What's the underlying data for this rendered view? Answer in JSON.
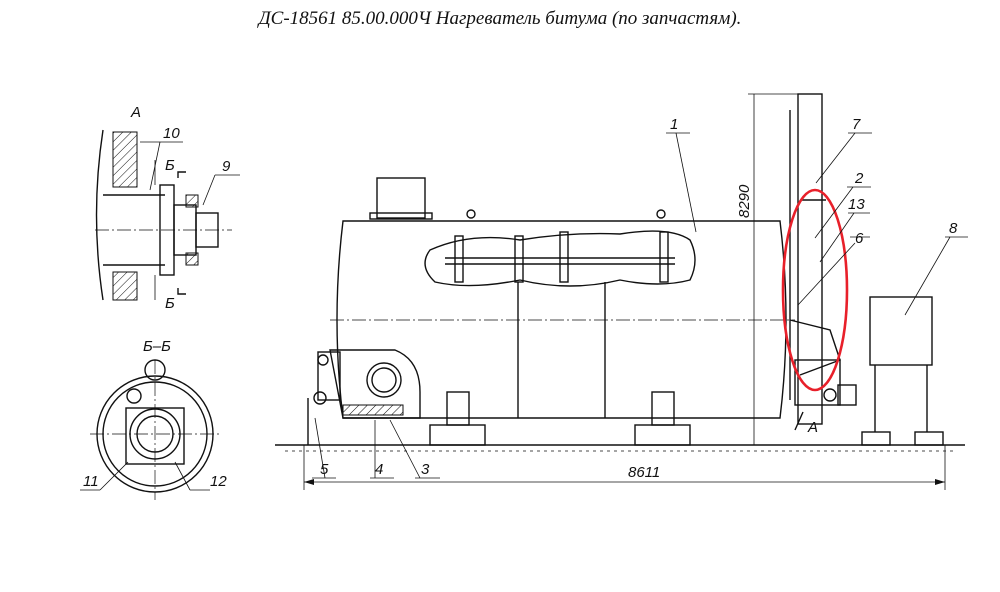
{
  "title": "ДС-18561 85.00.000Ч  Нагреватель битума  (по запчастям).",
  "views": {
    "detail_a": "А",
    "section_bb": "Б–Б",
    "cut_mark_b": "Б",
    "view_marker_a": "А"
  },
  "dimensions": {
    "height": "8290",
    "length": "8611"
  },
  "callouts": [
    "1",
    "2",
    "3",
    "4",
    "5",
    "6",
    "7",
    "8",
    "9",
    "10",
    "11",
    "12",
    "13"
  ],
  "highlight_color": "#e8202a"
}
